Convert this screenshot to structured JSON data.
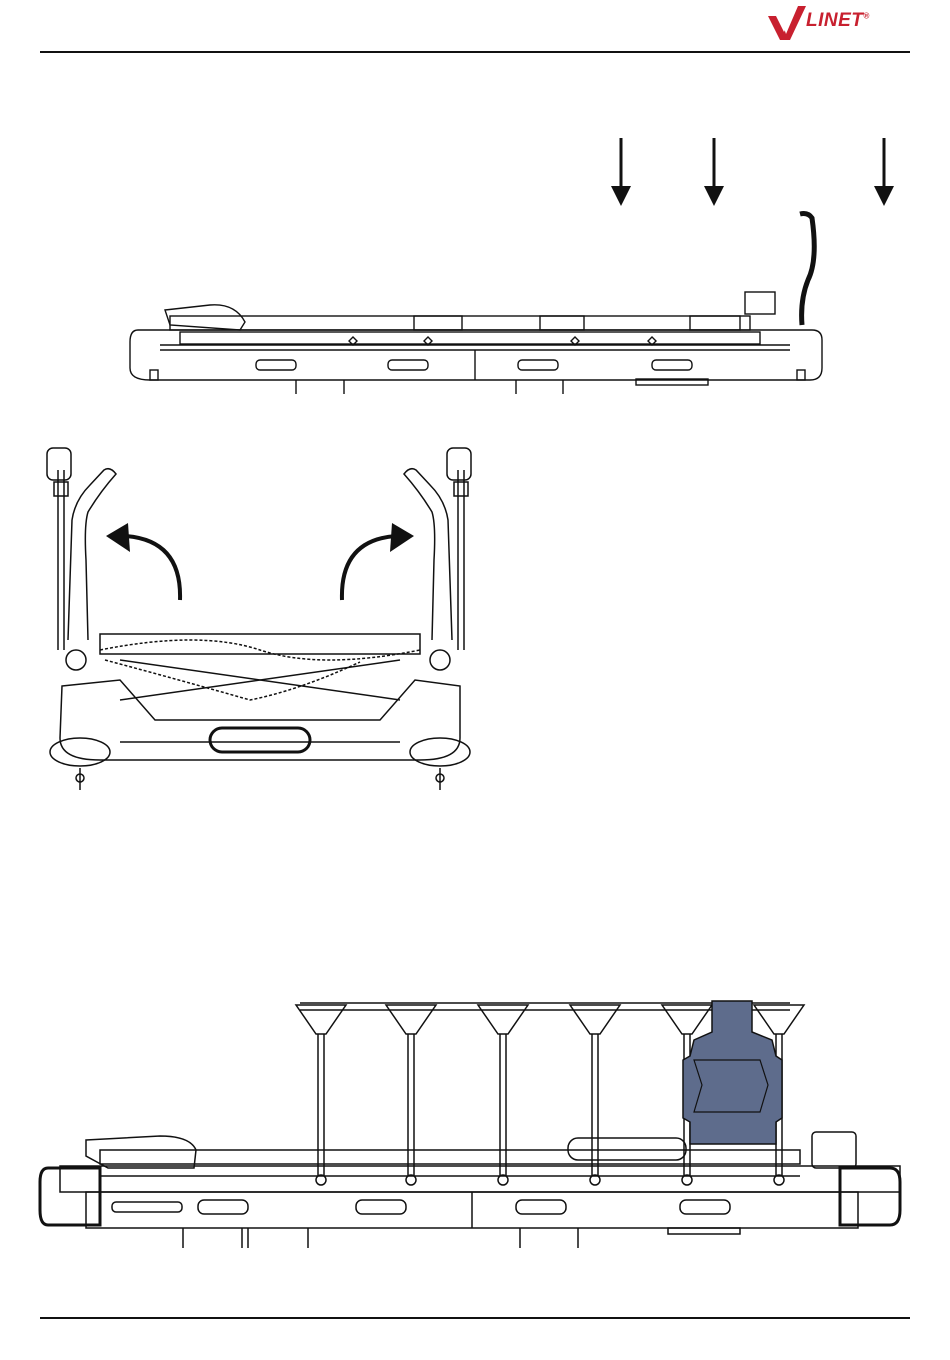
{
  "header": {
    "brand": "LINET",
    "brand_mark": "®",
    "brand_color": "#c8202f"
  },
  "figures": {
    "side_view_top": {
      "icon": "down-arrow-icon",
      "arrow_count": 3
    },
    "end_view": {
      "icon": "curved-arrow-icon",
      "arrow_count": 2
    },
    "side_view_bottom": {
      "pad_color": "#5e6c8c"
    }
  }
}
